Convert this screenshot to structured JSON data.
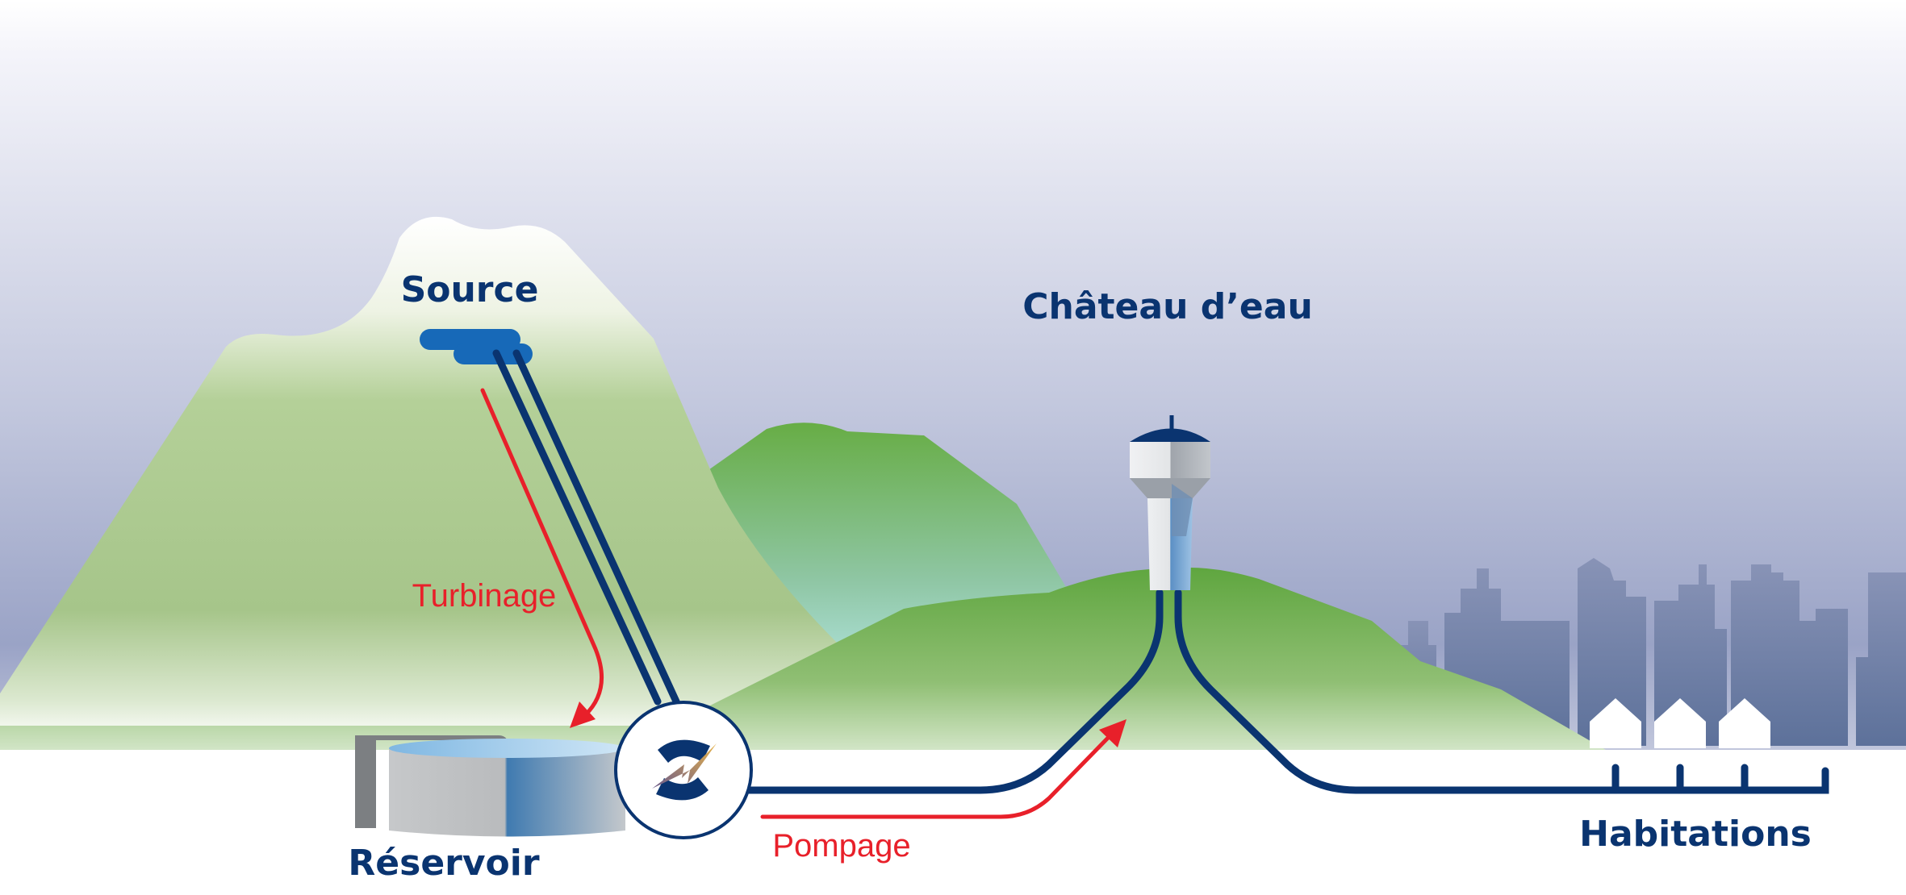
{
  "labels": {
    "source": "Source",
    "chateau": "Château d’eau",
    "turbinage": "Turbinage",
    "pompage": "Pompage",
    "reservoir": "Réservoir",
    "habitations": "Habitations"
  },
  "colors": {
    "navy": "#0a3470",
    "red": "#e8202a",
    "sky_top": "#ffffff",
    "sky_bottom": "#8f99c0",
    "mountain_green": "#a8c888",
    "hill_green": "#66ad45",
    "city": "#6f80a8"
  },
  "icons": {
    "pump_turbine": "pump-turbine-logo-icon",
    "houses": "house-icon"
  }
}
